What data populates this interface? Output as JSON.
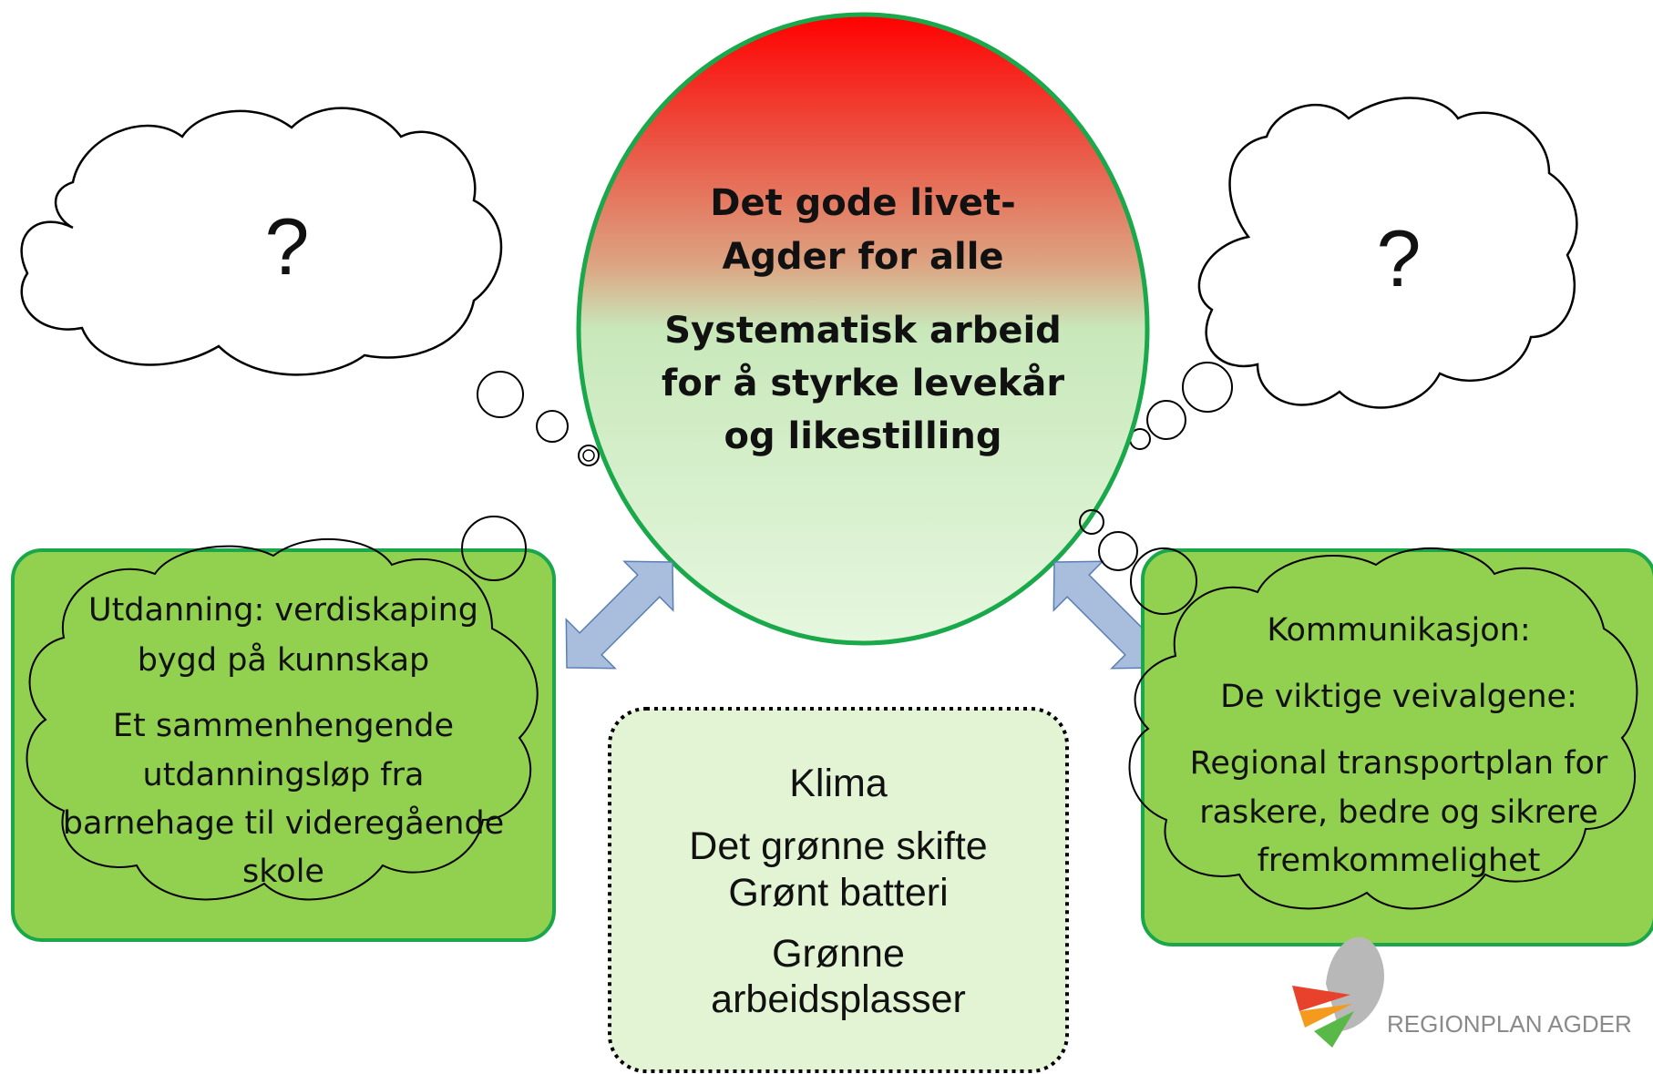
{
  "center": {
    "line1": "Det gode livet-",
    "line2": "Agder for alle",
    "line3": "Systematisk arbeid",
    "line4": "for å styrke levekår",
    "line5": "og likestilling"
  },
  "cloud_left": {
    "mark": "?"
  },
  "cloud_right": {
    "mark": "?"
  },
  "box_left": {
    "lines": [
      "Utdanning: verdiskaping",
      "bygd på kunnskap",
      "Et sammenhengende",
      "utdanningsløp  fra",
      "barnehage til videregående",
      "skole"
    ]
  },
  "box_right": {
    "lines": [
      "Kommunikasjon:",
      "De viktige veivalgene:",
      "Regional transportplan for",
      "raskere, bedre og sikrere",
      "fremkommelighet"
    ]
  },
  "box_bottom": {
    "lines": [
      "Klima",
      "Det grønne skifte",
      "Grønt batteri",
      "Grønne",
      "arbeidsplasser"
    ]
  },
  "logo": {
    "text": "REGIONPLAN AGDER"
  },
  "colors": {
    "circle_top": "#ff0000",
    "circle_bottom": "#e2f5db",
    "circle_border": "#19a84a",
    "box_green": "#92d050",
    "box_border": "#1aa64a",
    "box_light": "#e2f4d3",
    "arrow": "#a8bedc"
  }
}
